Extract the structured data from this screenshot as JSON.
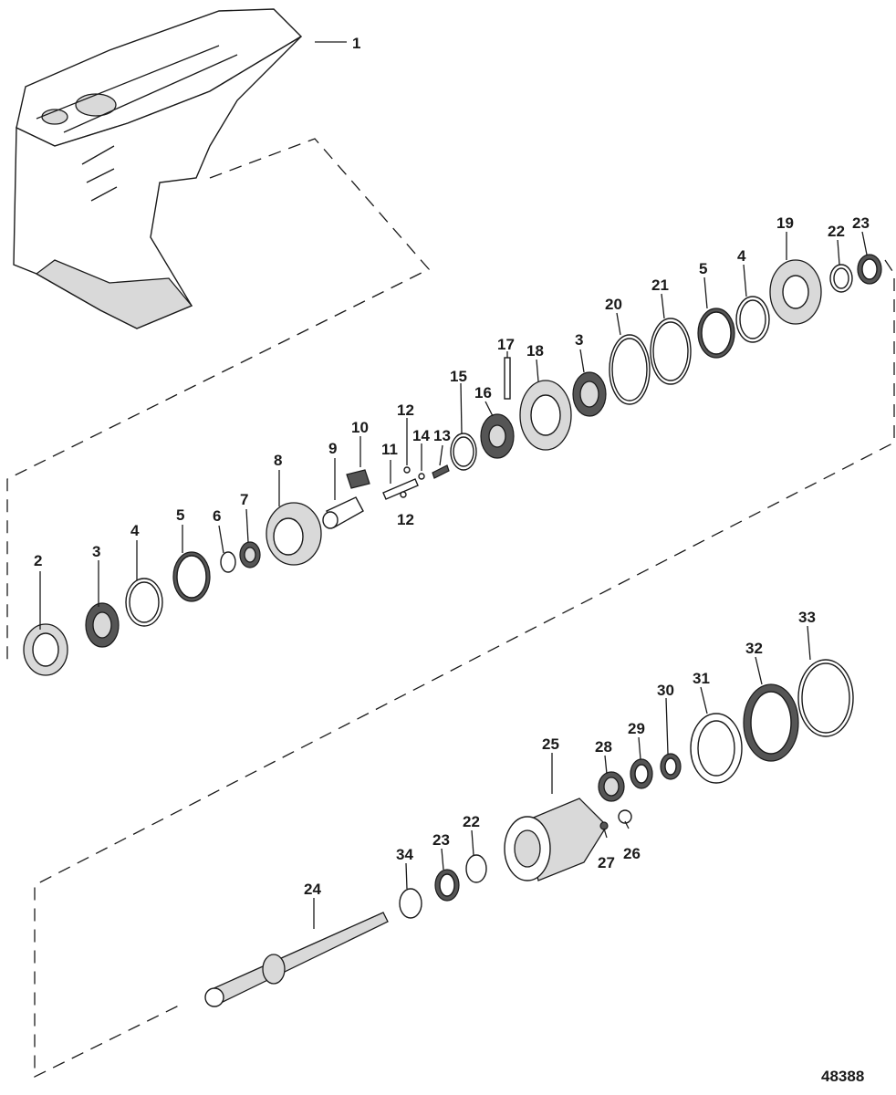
{
  "drawing_number": "48388",
  "callouts": [
    "1",
    "2",
    "3",
    "4",
    "5",
    "6",
    "7",
    "8",
    "9",
    "10",
    "11",
    "12",
    "12",
    "13",
    "14",
    "15",
    "16",
    "17",
    "18",
    "3",
    "20",
    "21",
    "5",
    "4",
    "19",
    "22",
    "23",
    "24",
    "25",
    "26",
    "27",
    "28",
    "29",
    "30",
    "31",
    "32",
    "33",
    "34",
    "23",
    "22"
  ]
}
